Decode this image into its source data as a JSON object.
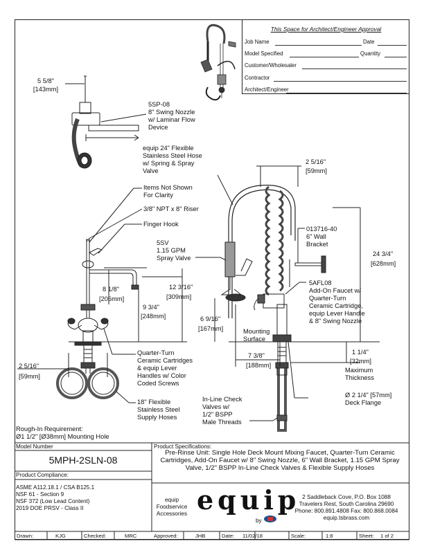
{
  "approval": {
    "title": "This Space for Architect/Engineer Approval",
    "fields": [
      "Job Name",
      "Date",
      "Model Specified",
      "Quantity",
      "Customer/Wholesaler",
      "Contractor",
      "Architect/Engineer"
    ]
  },
  "callouts": {
    "top_dim": "5 5/8\"",
    "top_dim_mm": "[143mm]",
    "swing_nozzle": [
      "5SP-08",
      "8\" Swing Nozzle",
      "w/ Laminar Flow",
      "Device"
    ],
    "hose": [
      "equip 24\" Flexible",
      "Stainless Steel Hose",
      "w/ Spring & Spray",
      "Valve"
    ],
    "dim_right_width": "2 5/16\"",
    "dim_right_width_mm": "[59mm]",
    "items_not_shown": [
      "Items Not Shown",
      "For Clarity"
    ],
    "riser": "3/8\" NPT x 8\" Riser",
    "finger_hook": "Finger Hook",
    "wall_bracket": [
      "013716-40",
      "6\" Wall",
      "Bracket"
    ],
    "spray_valve": [
      "5SV",
      "1.15 GPM",
      "Spray Valve"
    ],
    "height_24": "24 3/4\"",
    "height_24_mm": "[628mm]",
    "dim_8_1_8": "8 1/8\"",
    "dim_8_1_8_mm": "[206mm]",
    "dim_12": "12 3/16\"",
    "dim_12_mm": "[309mm]",
    "dim_9_3_4": "9 3/4\"",
    "dim_9_3_4_mm": "[248mm]",
    "addon_faucet": [
      "5AFL08",
      "Add-On Faucet w/",
      "Quarter-Turn",
      "Ceramic Cartridge,",
      "equip Lever Handle",
      "& 8\" Swing Nozzle"
    ],
    "dim_6_9_16": "6 9/16\"",
    "dim_6_9_16_mm": "[167mm]",
    "mounting_surface": [
      "Mounting",
      "Surface"
    ],
    "dim_1_1_4": "1 1/4\"",
    "dim_1_1_4_mm": "[32mm]",
    "max_thickness": [
      "Maximum",
      "Thickness"
    ],
    "dim_left_width": "2 5/16\"",
    "dim_left_width_mm": "[59mm]",
    "cartridges": [
      "Quarter-Turn",
      "Ceramic Cartridges",
      "& equip Lever",
      "Handles w/ Color",
      "Coded Screws"
    ],
    "dim_7_3_8": "7 3/8\"",
    "dim_7_3_8_mm": "[188mm]",
    "deck_flange": [
      "Ø 2 1/4\" [57mm]",
      "Deck Flange"
    ],
    "supply_hoses": [
      "18\" Flexible",
      "Stainless Steel",
      "Supply Hoses"
    ],
    "check_valves": [
      "In-Line Check",
      "Valves w/",
      "1/2\" BSPP",
      "Male Threads"
    ],
    "rough_in": [
      "Rough-In Requirement:",
      "Ø1 1/2\" [Ø38mm] Mounting Hole"
    ]
  },
  "model": {
    "label": "Model Number",
    "value": "5MPH-2SLN-08"
  },
  "specs": {
    "label": "Product Specifications:",
    "text": "Pre-Rinse Unit: Single Hole Deck Mount Mixing Faucet, Quarter-Turn Ceramic Cartridges, Add-On Faucet w/ 8\" Swing Nozzle, 6\" Wall Bracket, 1.15 GPM Spray Valve, 1/2\" BSPP In-Line Check Valves & Flexible Supply Hoses"
  },
  "compliance": {
    "label": "Product Compliance:",
    "items": [
      "ASME A112.18.1 / CSA B125.1",
      "NSF 61 - Section 9",
      "NSF 372 (Low Lead Content)",
      "2019 DOE PRSV - Class II"
    ]
  },
  "brand": {
    "tagline": [
      "equip",
      "Foodservice",
      "Accessories"
    ],
    "logo_text": "equip",
    "by": "by",
    "address": [
      "2 Saddleback Cove, P.O. Box 1088",
      "Travelers Rest, South Carolina 29690",
      "Phone: 800.891.4808  Fax: 800.868.0084",
      "equip.tsbrass.com"
    ]
  },
  "title_block": {
    "drawn_label": "Drawn:",
    "drawn": "KJG",
    "checked_label": "Checked:",
    "checked": "MRC",
    "approved_label": "Approved:",
    "approved": "JHB",
    "date_label": "Date:",
    "date": "11/02/18",
    "scale_label": "Scale:",
    "scale": "1:8",
    "sheet_label": "Sheet:",
    "sheet": "1   of   2"
  }
}
